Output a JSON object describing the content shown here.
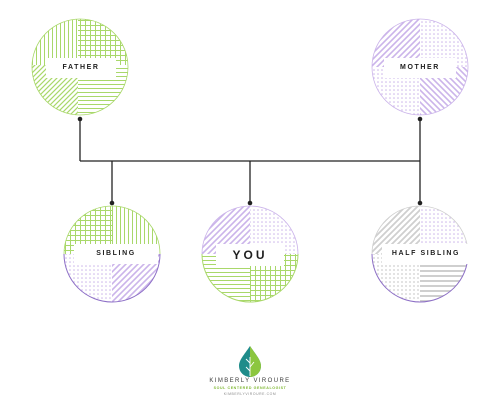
{
  "nodes": {
    "father": "FATHER",
    "mother": "MOTHER",
    "sibling": "SIBLING",
    "you": "YOU",
    "half_sibling": "HALF SIBLING"
  },
  "colors": {
    "green": "#a9d86a",
    "purple": "#cbb4ea",
    "gray": "#cfcfcf",
    "line": "#222222"
  },
  "brand": {
    "name": "KIMBERLY VIROURE",
    "tagline": "SOUL CENTERED GENEALOGIST",
    "url": "KIMBERLYVIROURE.COM"
  }
}
